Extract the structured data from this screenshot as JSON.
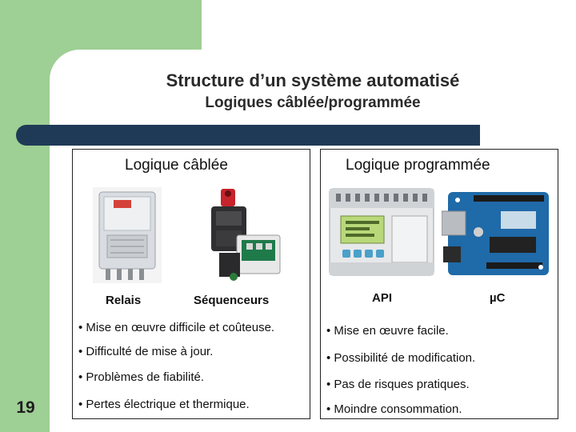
{
  "slide": {
    "title": "Structure d’un système automatisé",
    "subtitle": "Logiques câblée/programmée",
    "number": "19"
  },
  "left": {
    "heading": "Logique câblée",
    "images": [
      {
        "label": "Relais",
        "icon": "relay-photo"
      },
      {
        "label": "Séquenceurs",
        "icon": "sequencer-photo"
      }
    ],
    "bullets": [
      "• Mise en œuvre difficile et coûteuse.",
      "• Difficulté de mise à jour.",
      "• Problèmes de fiabilité.",
      "• Pertes électrique et thermique."
    ]
  },
  "right": {
    "heading": "Logique programmée",
    "images": [
      {
        "label": "API",
        "icon": "plc-photo"
      },
      {
        "label": "µC",
        "icon": "microcontroller-board-photo"
      }
    ],
    "bullets": [
      "• Mise en œuvre facile.",
      "• Possibilité de modification.",
      "• Pas de risques pratiques.",
      "• Moindre consommation."
    ]
  },
  "colors": {
    "accent_green": "#9ecf95",
    "bar_navy": "#1f3a56"
  }
}
